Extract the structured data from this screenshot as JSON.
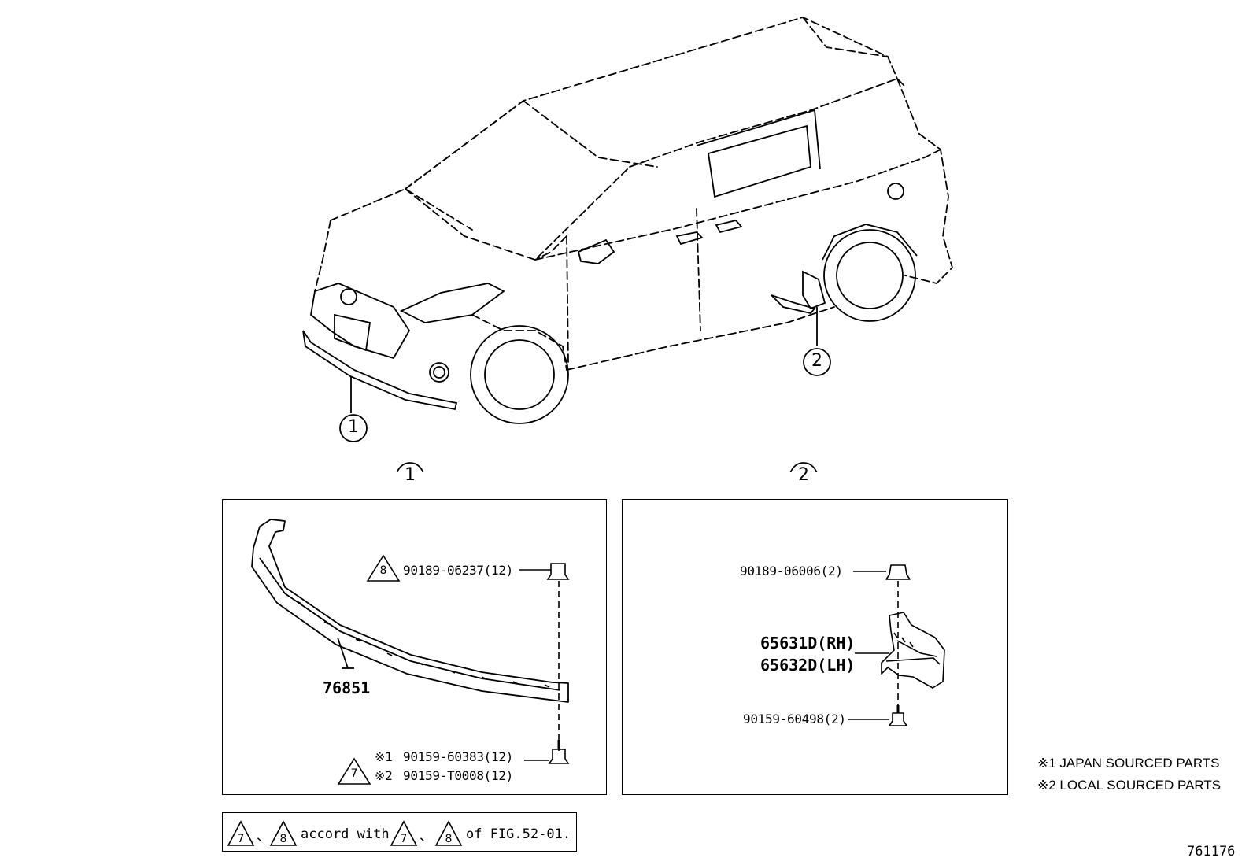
{
  "diagram": {
    "figure_code": "761176",
    "callouts": {
      "c1_upper": "1",
      "c2_upper": "2",
      "c1_panel": "1",
      "c2_panel": "2"
    },
    "panel1": {
      "part_main": "76851",
      "clip_ref": "8",
      "clip_part": "90189-06237(12)",
      "screw_ref": "7",
      "screw_opt1_mark": "※1",
      "screw_opt1_part": "90159-60383(12)",
      "screw_opt2_mark": "※2",
      "screw_opt2_part": "90159-T0008(12)"
    },
    "panel2": {
      "clip_part": "90189-06006(2)",
      "guard_rh": "65631D(RH)",
      "guard_lh": "65632D(LH)",
      "screw_part": "90159-60498(2)"
    },
    "notes": [
      "※1 JAPAN SOURCED PARTS",
      "※2 LOCAL SOURCED PARTS"
    ],
    "footnote": {
      "ref_a": "7",
      "sep_a": "、",
      "ref_b": "8",
      "text_mid": "accord with",
      "ref_c": "7",
      "sep_b": "、",
      "ref_d": "8",
      "text_end": "of FIG.52-01."
    }
  }
}
